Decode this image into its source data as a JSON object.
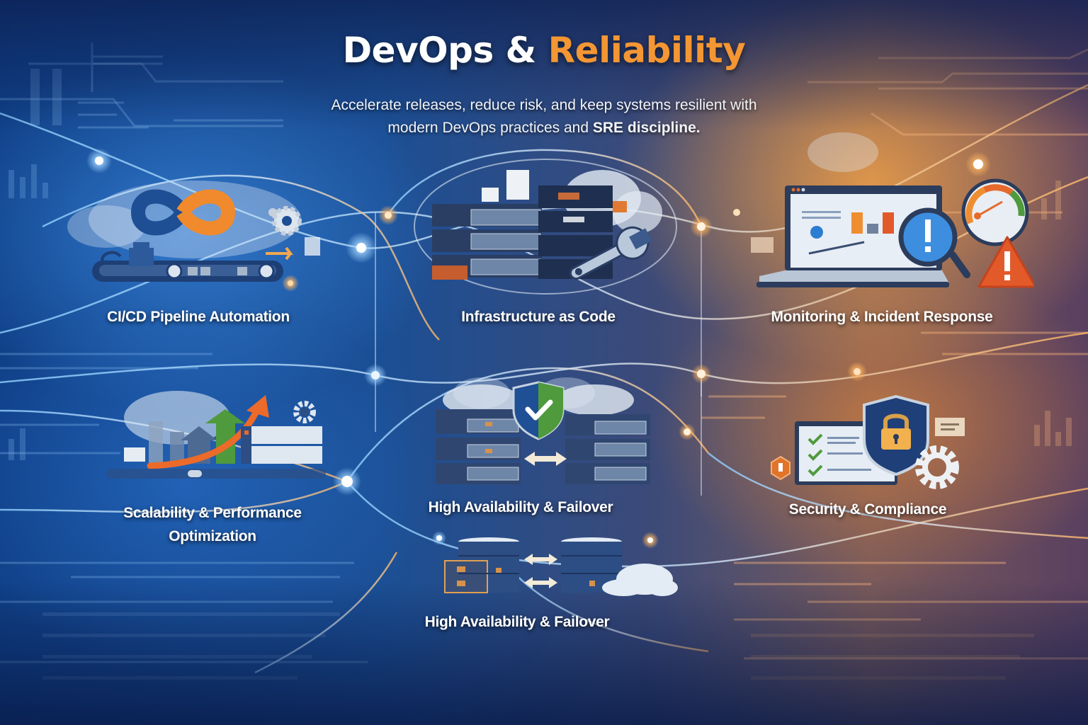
{
  "header": {
    "title_part1": "DevOps &",
    "title_part2": "Reliability",
    "subtitle_line1_a": "Accelerate releases, reduce risk, and keep systems resilient with",
    "subtitle_line2_a": "modern DevOps practices and ",
    "subtitle_line2_b": "SRE discipline."
  },
  "colors": {
    "accent_orange": "#f39633",
    "primary_blue": "#1f4f95",
    "warning_red": "#e35a2a",
    "check_green": "#4f9a3c"
  },
  "cards": [
    {
      "id": "cicd",
      "label": "CI/CD Pipeline Automation",
      "icon": "infinity-loop-icon"
    },
    {
      "id": "iac",
      "label": "Infrastructure as Code",
      "icon": "server-wrench-icon"
    },
    {
      "id": "monitoring",
      "label": "Monitoring & Incident Response",
      "icon": "laptop-alert-icon"
    },
    {
      "id": "scalability",
      "label_line1": "Scalability & Performance",
      "label_line2": "Optimization",
      "icon": "growth-arrow-icon"
    },
    {
      "id": "ha1",
      "label": "High Availability & Failover",
      "icon": "shield-servers-icon"
    },
    {
      "id": "security",
      "label": "Security & Compliance",
      "icon": "lock-shield-icon"
    },
    {
      "id": "ha2",
      "label": "High Availability & Failover",
      "icon": "database-sync-icon"
    }
  ]
}
